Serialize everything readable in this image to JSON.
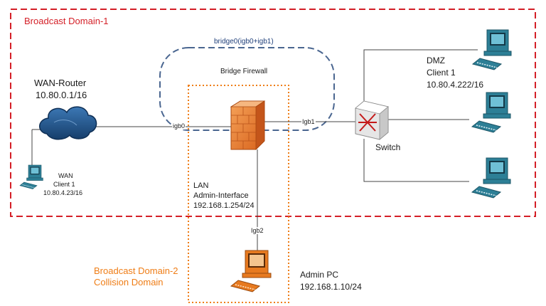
{
  "colors": {
    "domain1": "#d41f27",
    "domain2": "#ef7d16",
    "bridge": "#4a6690",
    "cloud": "#1d4f86",
    "firewall": "#e8792a",
    "pc_teal": "#2d7f96",
    "pc_orange": "#e77a20"
  },
  "domains": {
    "domain1": "Broadcast Domain-1",
    "domain2_line1": "Broadcast Domain-2",
    "domain2_line2": "Collision Domain"
  },
  "bridge": {
    "label": "bridge0(igb0+igb1)",
    "firewall_label": "Bridge Firewall"
  },
  "wan_router": {
    "name": "WAN-Router",
    "ip": "10.80.0.1/16"
  },
  "wan_client": {
    "line1": "WAN",
    "line2": "Client 1",
    "ip": "10.80.4.23/16"
  },
  "dmz": {
    "line1": "DMZ",
    "line2": "Client 1",
    "ip": "10.80.4.222/16"
  },
  "switch": {
    "label": "Switch"
  },
  "lan": {
    "line1": "LAN",
    "line2": "Admin-Interface",
    "ip": "192.168.1.254/24"
  },
  "admin_pc": {
    "name": "Admin PC",
    "ip": "192.168.1.10/24"
  },
  "ports": {
    "igb0": "igb0",
    "igb1": "Igb1",
    "igb2": "Igb2"
  }
}
